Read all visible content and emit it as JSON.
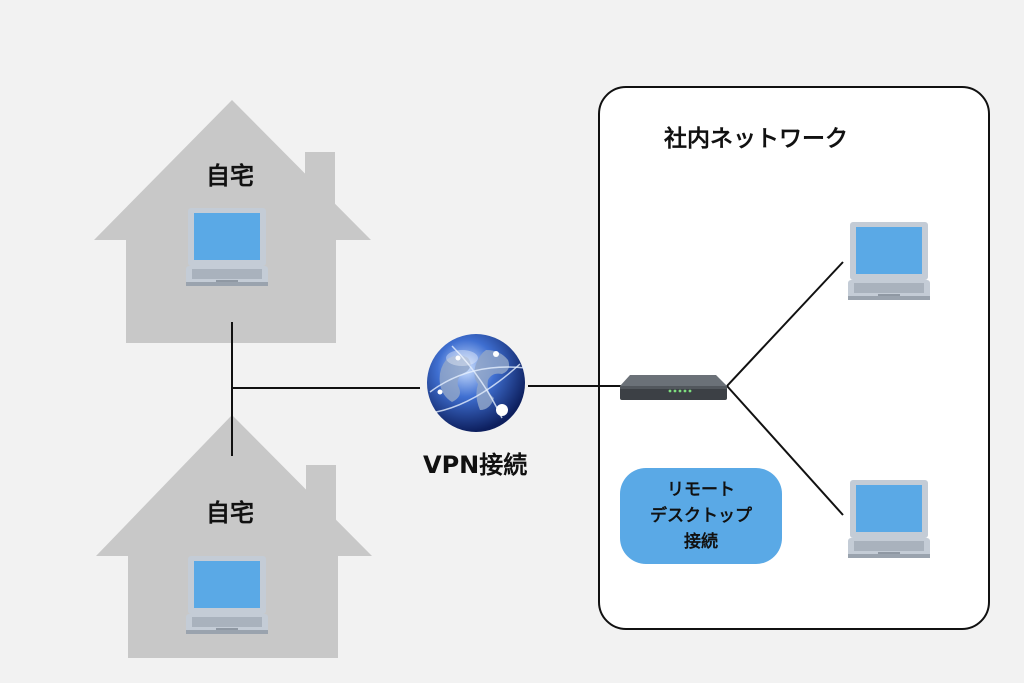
{
  "homes": [
    {
      "label": "自宅"
    },
    {
      "label": "自宅"
    }
  ],
  "vpn": {
    "label": "VPN接続",
    "icon": "globe-icon"
  },
  "office": {
    "title": "社内ネットワーク"
  },
  "remote_desktop": {
    "line1": "リモート",
    "line2": "デスクトップ",
    "line3": "接続"
  },
  "colors": {
    "background": "#f2f2f2",
    "house": "#c8c8c8",
    "laptop_screen": "#5aa9e6",
    "laptop_frame": "#c4ccd6",
    "pill": "#5aa9e6",
    "line": "#111111"
  }
}
